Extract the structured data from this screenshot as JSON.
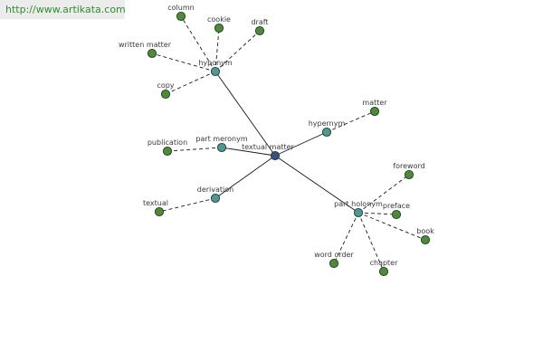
{
  "watermark": {
    "text": "http://www.artikata.com"
  },
  "colors": {
    "center": "#3b4f86",
    "relation": "#4f9699",
    "leaf": "#4f8a3b",
    "edge": "#1a1a1a"
  },
  "graph": {
    "center": {
      "id": "textual-matter",
      "label": "textual matter"
    },
    "relations": [
      {
        "id": "hyponym",
        "label": "hyponym",
        "words": [
          "column",
          "cookie",
          "draft",
          "written matter",
          "copy"
        ]
      },
      {
        "id": "hypernym",
        "label": "hypernym",
        "words": [
          "matter"
        ]
      },
      {
        "id": "part-meronym",
        "label": "part meronym",
        "words": [
          "publication"
        ]
      },
      {
        "id": "derivation",
        "label": "derivation",
        "words": [
          "textual"
        ]
      },
      {
        "id": "part-holonym",
        "label": "part holonym",
        "words": [
          "foreword",
          "preface",
          "book",
          "chapter",
          "word order"
        ]
      }
    ]
  }
}
